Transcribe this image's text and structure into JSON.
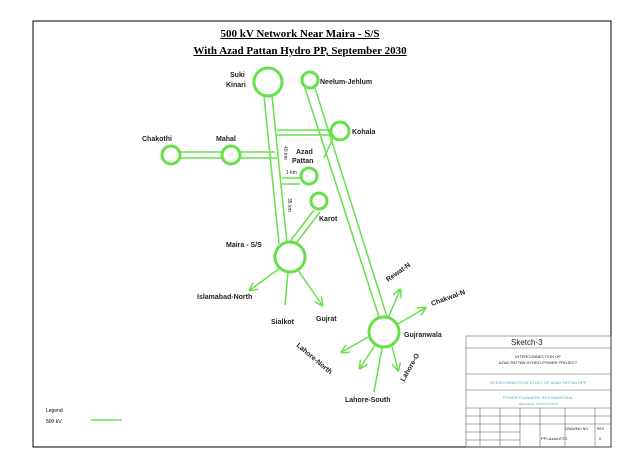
{
  "diagram": {
    "title_line1": "500 kV Network Near Maira - S/S",
    "title_line2": "With Azad Pattan Hydro PP, September 2030",
    "line_color": "#66e04a",
    "nodes": {
      "suki_kinari": "Suki\nKinari",
      "neelum_jehlum": "Neelum-Jehlum",
      "kohala": "Kohala",
      "chakothi": "Chakothi",
      "mahal": "Mahal",
      "azad_pattan": "Azad\nPattan",
      "karot": "Karot",
      "maira": "Maira - S/S",
      "gujranwala": "Gujranwala",
      "rewat_n": "Rewat-N",
      "chakwal_n": "Chakwal-N",
      "islamabad_north": "Islamabad-North",
      "sialkot": "Sialkot",
      "gujrat": "Gujrat",
      "lahore_north": "Lahore-North",
      "lahore_o": "Lahore-O",
      "lahore_south": "Lahore-South"
    },
    "distances": {
      "d40": "40 km",
      "d1": "1 km",
      "d35": "35 km"
    }
  },
  "legend": {
    "title": "Legend",
    "item": "500 kV"
  },
  "title_block": {
    "sketch": "Sketch-3",
    "desc_line1": "INTERCONNECTION OF",
    "desc_line2": "AZAD PATTAN HYDRO-POWER PROJECT",
    "company_line1": "INTERCONNECTION STUDY OF AZAD PATTAN HPP",
    "company_line2": "POWER PLANNERS INTERNATIONAL",
    "company_line3": "TECHNICAL CONSULTANTS",
    "drawing_label": "DRAWING NO.",
    "rev_label": "REV",
    "drawing_no": "PPI-Azad-ETG",
    "rev_no": "0"
  }
}
